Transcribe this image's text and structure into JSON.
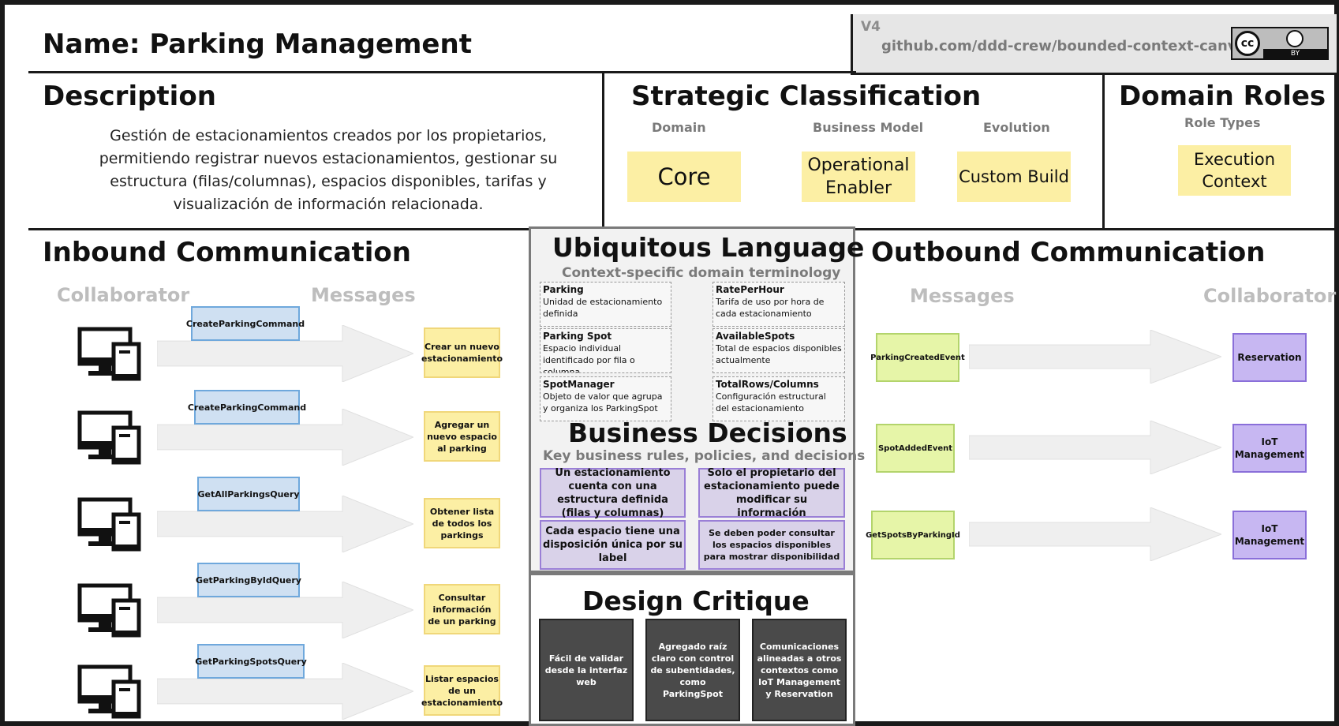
{
  "header": {
    "name": "Name: Parking Management",
    "version": "V4",
    "link": "github.com/ddd-crew/bounded-context-canvas",
    "license_icon": "cc-by-icon"
  },
  "description": {
    "title": "Description",
    "text": "Gestión de estacionamientos creados por los propietarios, permitiendo registrar nuevos estacionamientos, gestionar su estructura (filas/columnas), espacios disponibles, tarifas y visualización de información relacionada."
  },
  "strategic": {
    "title": "Strategic Classification",
    "domain_label": "Domain",
    "domain_value": "Core",
    "business_label": "Business Model",
    "business_value": "Operational Enabler",
    "evolution_label": "Evolution",
    "evolution_value": "Custom Build"
  },
  "roles": {
    "title": "Domain Roles",
    "subtitle": "Role Types",
    "value": "Execution Context"
  },
  "inbound": {
    "title": "Inbound Communication",
    "collaborator_label": "Collaborator",
    "messages_label": "Messages",
    "collaborator_icon": "web-client-icon",
    "rows": [
      {
        "message": "CreateParkingCommand",
        "description": "Crear un nuevo estacionamiento"
      },
      {
        "message": "CreateParkingCommand",
        "description": "Agregar un nuevo espacio al parking"
      },
      {
        "message": "GetAllParkingsQuery",
        "description": "Obtener lista de todos los parkings"
      },
      {
        "message": "GetParkingByIdQuery",
        "description": "Consultar información de un parking"
      },
      {
        "message": "GetParkingSpotsQuery",
        "description": "Listar espacios de un estacionamiento"
      }
    ]
  },
  "ubiquitous": {
    "title": "Ubiquitous Language",
    "subtitle": "Context-specific domain terminology",
    "terms": [
      {
        "term": "Parking",
        "definition": "Unidad de estacionamiento definida"
      },
      {
        "term": "RatePerHour",
        "definition": "Tarifa de uso por hora de cada estacionamiento"
      },
      {
        "term": "Parking Spot",
        "definition": "Espacio individual identificado por fila o columna"
      },
      {
        "term": "AvailableSpots",
        "definition": "Total de espacios disponibles actualmente"
      },
      {
        "term": "SpotManager",
        "definition": "Objeto de valor que agrupa y organiza los ParkingSpot"
      },
      {
        "term": "TotalRows/Columns",
        "definition": "Configuración estructural del estacionamiento"
      }
    ]
  },
  "business": {
    "title": "Business Decisions",
    "subtitle": "Key business rules, policies, and decisions",
    "items": [
      "Un estacionamiento cuenta con una estructura definida (filas y columnas)",
      "Solo el propietario del estacionamiento puede modificar su información",
      "Cada espacio tiene una disposición única por su label",
      "Se deben poder consultar los espacios disponibles para mostrar disponibilidad"
    ]
  },
  "critique": {
    "title": "Design Critique",
    "items": [
      "Fácil de validar desde la interfaz web",
      "Agregado raíz claro con control de subentidades, como ParkingSpot",
      "Comunicaciones alineadas a otros contextos como IoT Management y Reservation"
    ]
  },
  "outbound": {
    "title": "Outbound Communication",
    "messages_label": "Messages",
    "collaborator_label": "Collaborator",
    "rows": [
      {
        "message": "ParkingCreatedEvent",
        "collaborator": "Reservation"
      },
      {
        "message": "SpotAddedEvent",
        "collaborator": "IoT Management"
      },
      {
        "message": "GetSpotsByParkingId",
        "collaborator": "IoT Management"
      }
    ]
  },
  "colors": {
    "yellow": "#fcefa4",
    "blue": "#cfe0f2",
    "green": "#e6f5a8",
    "purple": "#c7b7f2",
    "lavender": "#d9d2e9",
    "dark": "#4a4a4a"
  }
}
